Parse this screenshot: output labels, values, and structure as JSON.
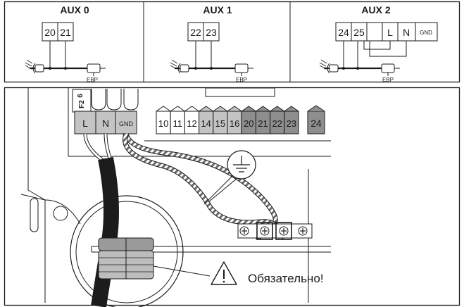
{
  "aux_sections": [
    {
      "title": "AUX 0",
      "terminals": [
        "20",
        "21"
      ],
      "cable_label": "EBP"
    },
    {
      "title": "AUX 1",
      "terminals": [
        "22",
        "23"
      ],
      "cable_label": "EBP"
    },
    {
      "title": "AUX 2",
      "terminals": [
        "24",
        "25",
        "L",
        "N",
        "GND"
      ],
      "cable_label": "EBP"
    }
  ],
  "board": {
    "fuse_label": "F2",
    "fuse_number": "6",
    "power_terminals": [
      "L",
      "N",
      "GND"
    ],
    "terminal_strip": [
      "10",
      "11",
      "12",
      "14",
      "15",
      "16",
      "20",
      "21",
      "22",
      "23"
    ],
    "extra_terminal": "24",
    "warning_text": "Обязательно!"
  },
  "colors": {
    "line": "#1a1a1a",
    "terminal_light": "#ffffff",
    "terminal_mid": "#c4c4c4",
    "terminal_dark": "#8e8e8e",
    "cable": "#1c1c1c"
  }
}
